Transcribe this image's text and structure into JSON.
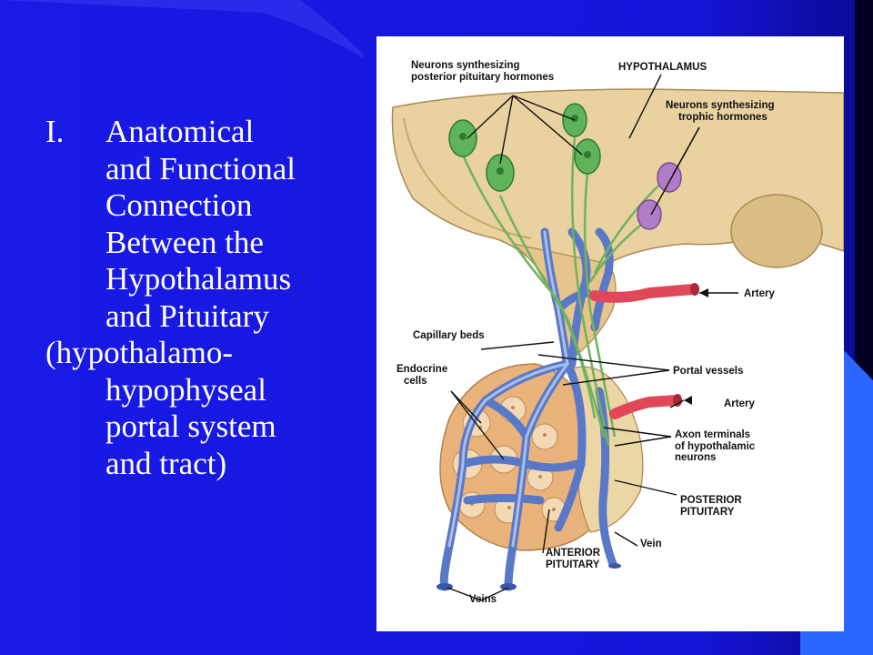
{
  "slide": {
    "title": {
      "number": "I.",
      "lines": [
        "Anatomical",
        "and Functional",
        "Connection",
        "Between the",
        "Hypothalamus",
        "and Pituitary"
      ],
      "sub_first": "(hypothalamo-",
      "sub_lines": [
        "hypophyseal",
        "portal system",
        "and tract)"
      ]
    },
    "colors": {
      "background": "#1212e0",
      "right_bar": "#000022",
      "accent_block": "#2a66ff",
      "text": "#ffffff"
    }
  },
  "figure": {
    "labels": {
      "neurons_posterior_1": "Neurons synthesizing",
      "neurons_posterior_2": "posterior pituitary hormones",
      "hypothalamus": "HYPOTHALAMUS",
      "neurons_trophic_1": "Neurons synthesizing",
      "neurons_trophic_2": "trophic hormones",
      "artery_top": "Artery",
      "capillary_beds": "Capillary beds",
      "endocrine_1": "Endocrine",
      "endocrine_2": "cells",
      "portal_vessels": "Portal vessels",
      "artery_mid": "Artery",
      "axon_1": "Axon terminals",
      "axon_2": "of hypothalamic",
      "axon_3": "neurons",
      "posterior_1": "POSTERIOR",
      "posterior_2": "PITUITARY",
      "vein": "Vein",
      "anterior_1": "ANTERIOR",
      "anterior_2": "PITUITARY",
      "veins": "Veins"
    }
  }
}
